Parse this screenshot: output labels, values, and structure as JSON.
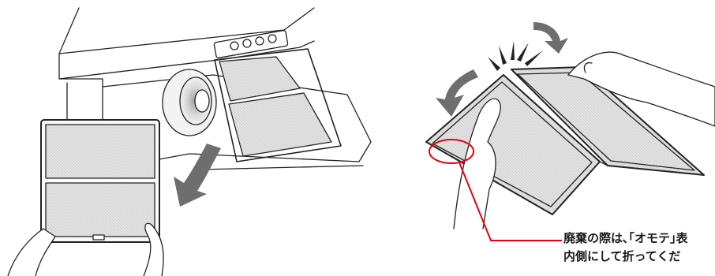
{
  "illustration": {
    "left_panel": {
      "description_icon": "range-hood-filter-removal",
      "control_buttons": 4
    },
    "right_panel": {
      "description_icon": "filter-folding",
      "callout_color": "#e60012"
    }
  },
  "note": {
    "line1": "廃棄の際は､｢オモテ｣表",
    "line2": "内側にして折ってくだ"
  },
  "colors": {
    "stroke": "#222222",
    "mesh_fill": "#d8d8d8",
    "arrow_fill": "#6e6e6e",
    "callout_red": "#e60012"
  }
}
